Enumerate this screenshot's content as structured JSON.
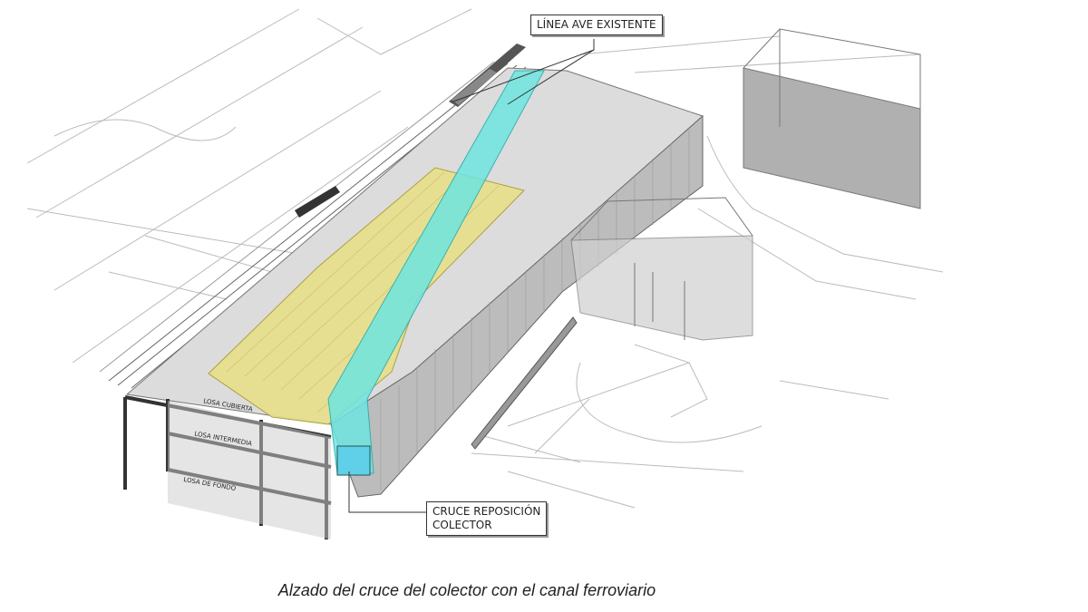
{
  "callouts": {
    "ave_line": "LÍNEA AVE EXISTENTE",
    "collector_line1": "CRUCE REPOSICIÓN",
    "collector_line2": "COLECTOR"
  },
  "slab_labels": {
    "roof": "LOSA CUBIERTA",
    "intermediate": "LOSA INTERMEDIA",
    "bottom": "LOSA DE FONDO"
  },
  "caption": "Alzado del cruce del colector con el canal ferroviario",
  "colors": {
    "structure": "#c8c8c8",
    "yellow": "#e8e08a",
    "cyan": "#6fe6e0",
    "line": "#444444"
  }
}
